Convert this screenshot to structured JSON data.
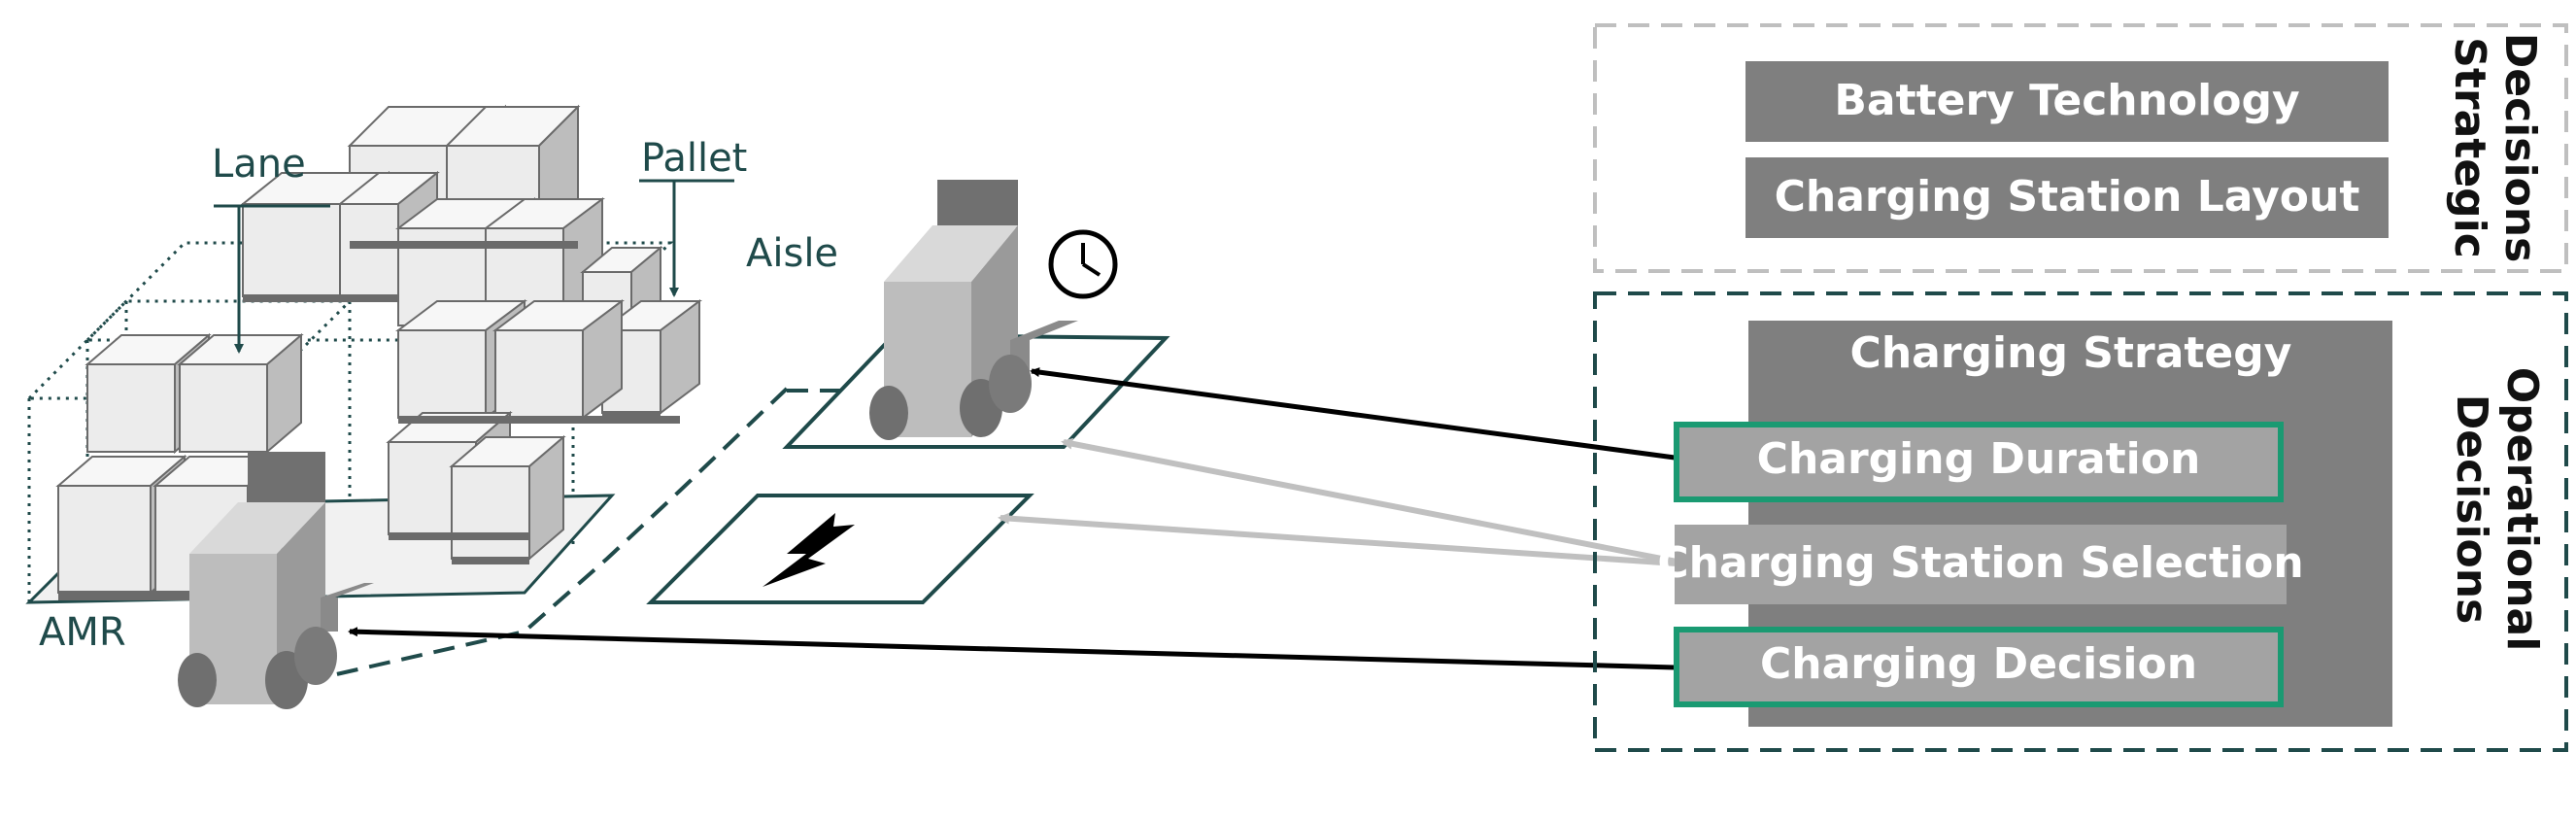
{
  "labels": {
    "lane": "Lane",
    "pallet": "Pallet",
    "aisle": "Aisle",
    "amr": "AMR"
  },
  "strategic": {
    "title_line1": "Strategic",
    "title_line2": "Decisions",
    "items": [
      "Battery Technology",
      "Charging Station Layout"
    ]
  },
  "operational": {
    "title_line1": "Operational",
    "title_line2": "Decisions",
    "strategy": "Charging Strategy",
    "items": [
      "Charging Duration",
      "Charging Station Selection",
      "Charging Decision"
    ]
  },
  "colors": {
    "dark_teal": "#1f4a4a",
    "green_border": "#1a9a72",
    "box_dark": "#7f7f7f",
    "box_light": "#a3a3a3",
    "arrow_black": "#000000",
    "arrow_gray": "#c0c0c0"
  },
  "icons": [
    "clock-icon",
    "lightning-icon"
  ]
}
